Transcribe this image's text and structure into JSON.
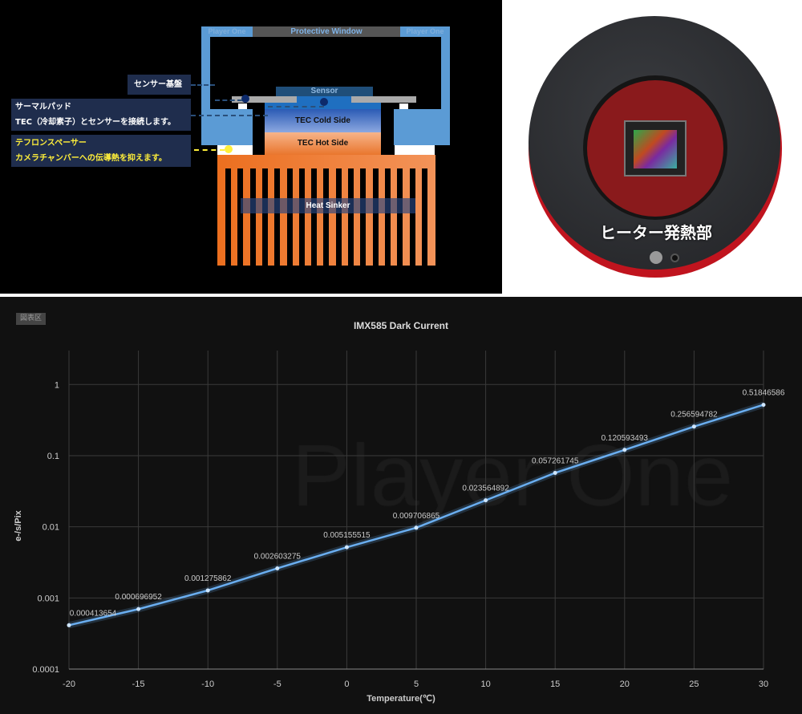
{
  "diagram": {
    "protective_window": "Protective Window",
    "brand_left": "Player One",
    "brand_right": "Player One",
    "sensor": "Sensor",
    "tec_cold": "TEC Cold Side",
    "tec_hot": "TEC Hot Side",
    "heat_sinker": "Heat Sinker",
    "callouts": [
      {
        "lines": [
          "センサー基盤"
        ]
      },
      {
        "lines": [
          "サーマルパッド",
          "TEC（冷却素子）とセンサーを接続します。"
        ]
      },
      {
        "lines": [
          "テフロンスペーサー",
          "カメラチャンバーへの伝導熱を抑えます。"
        ]
      }
    ],
    "colors": {
      "frame": "#5b9bd5",
      "heatsink": "#f07a2a",
      "callout_bg": "#1f2d4d",
      "teflon_text": "#ffef3a"
    }
  },
  "photo": {
    "caption": "ヒーター発熱部"
  },
  "chart_badge": "図表区",
  "chart_data": {
    "type": "line",
    "title": "IMX585 Dark Current",
    "xlabel": "Temperature(℃)",
    "ylabel": "e-/s/Pix",
    "watermark": "Player One",
    "x": [
      -20,
      -15,
      -10,
      -5,
      0,
      5,
      10,
      15,
      20,
      25,
      30
    ],
    "values": [
      0.000413654,
      0.000696952,
      0.001275862,
      0.002603275,
      0.005155515,
      0.009706865,
      0.023564892,
      0.057261745,
      0.120593493,
      0.256594782,
      0.51846586
    ],
    "labels": [
      "0.000413654",
      "0.000696952",
      "0.001275862",
      "0.002603275",
      "0.005155515",
      "0.009706865",
      "0.023564892",
      "0.057261745",
      "0.120593493",
      "0.256594782",
      "0.51846586"
    ],
    "xticks": [
      "-20",
      "-15",
      "-10",
      "-5",
      "0",
      "5",
      "10",
      "15",
      "20",
      "25",
      "30"
    ],
    "yticks": [
      "0.0001",
      "0.001",
      "0.01",
      "0.1",
      "1"
    ],
    "xlim": [
      -20,
      30
    ],
    "ylim": [
      0.0001,
      3
    ],
    "yscale": "log",
    "grid": true,
    "line_color": "#6aaef0"
  }
}
